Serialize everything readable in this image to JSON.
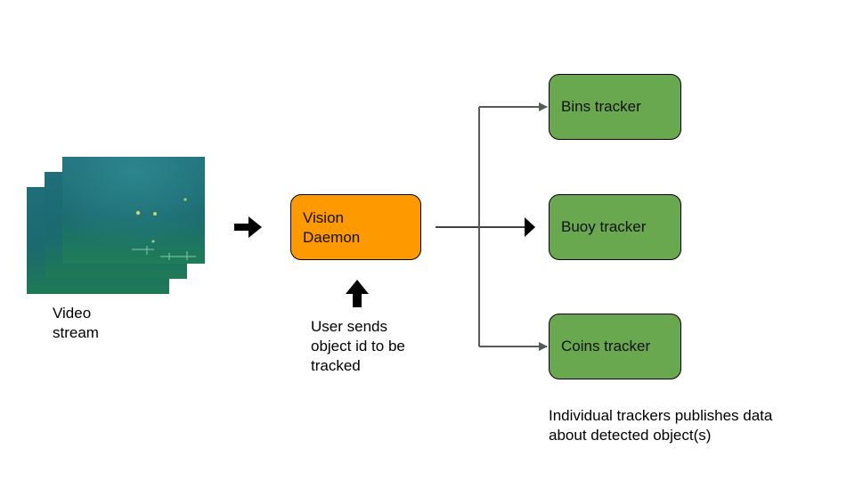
{
  "video": {
    "label": "Video stream",
    "colors": {
      "water_top": "#1f6e7a",
      "water_mid": "#1b6a6e",
      "water_bottom": "#1e7a55"
    }
  },
  "vision_daemon": {
    "label": "Vision Daemon",
    "color": "#ff9900"
  },
  "user_note": {
    "text": "User sends object id to be tracked"
  },
  "trackers": [
    {
      "label": "Bins tracker"
    },
    {
      "label": "Buoy tracker"
    },
    {
      "label": "Coins tracker"
    }
  ],
  "tracker_color": "#6aa84f",
  "footer_note": {
    "text": "Individual trackers publishes data about detected object(s)"
  },
  "connector_color": "#595959"
}
